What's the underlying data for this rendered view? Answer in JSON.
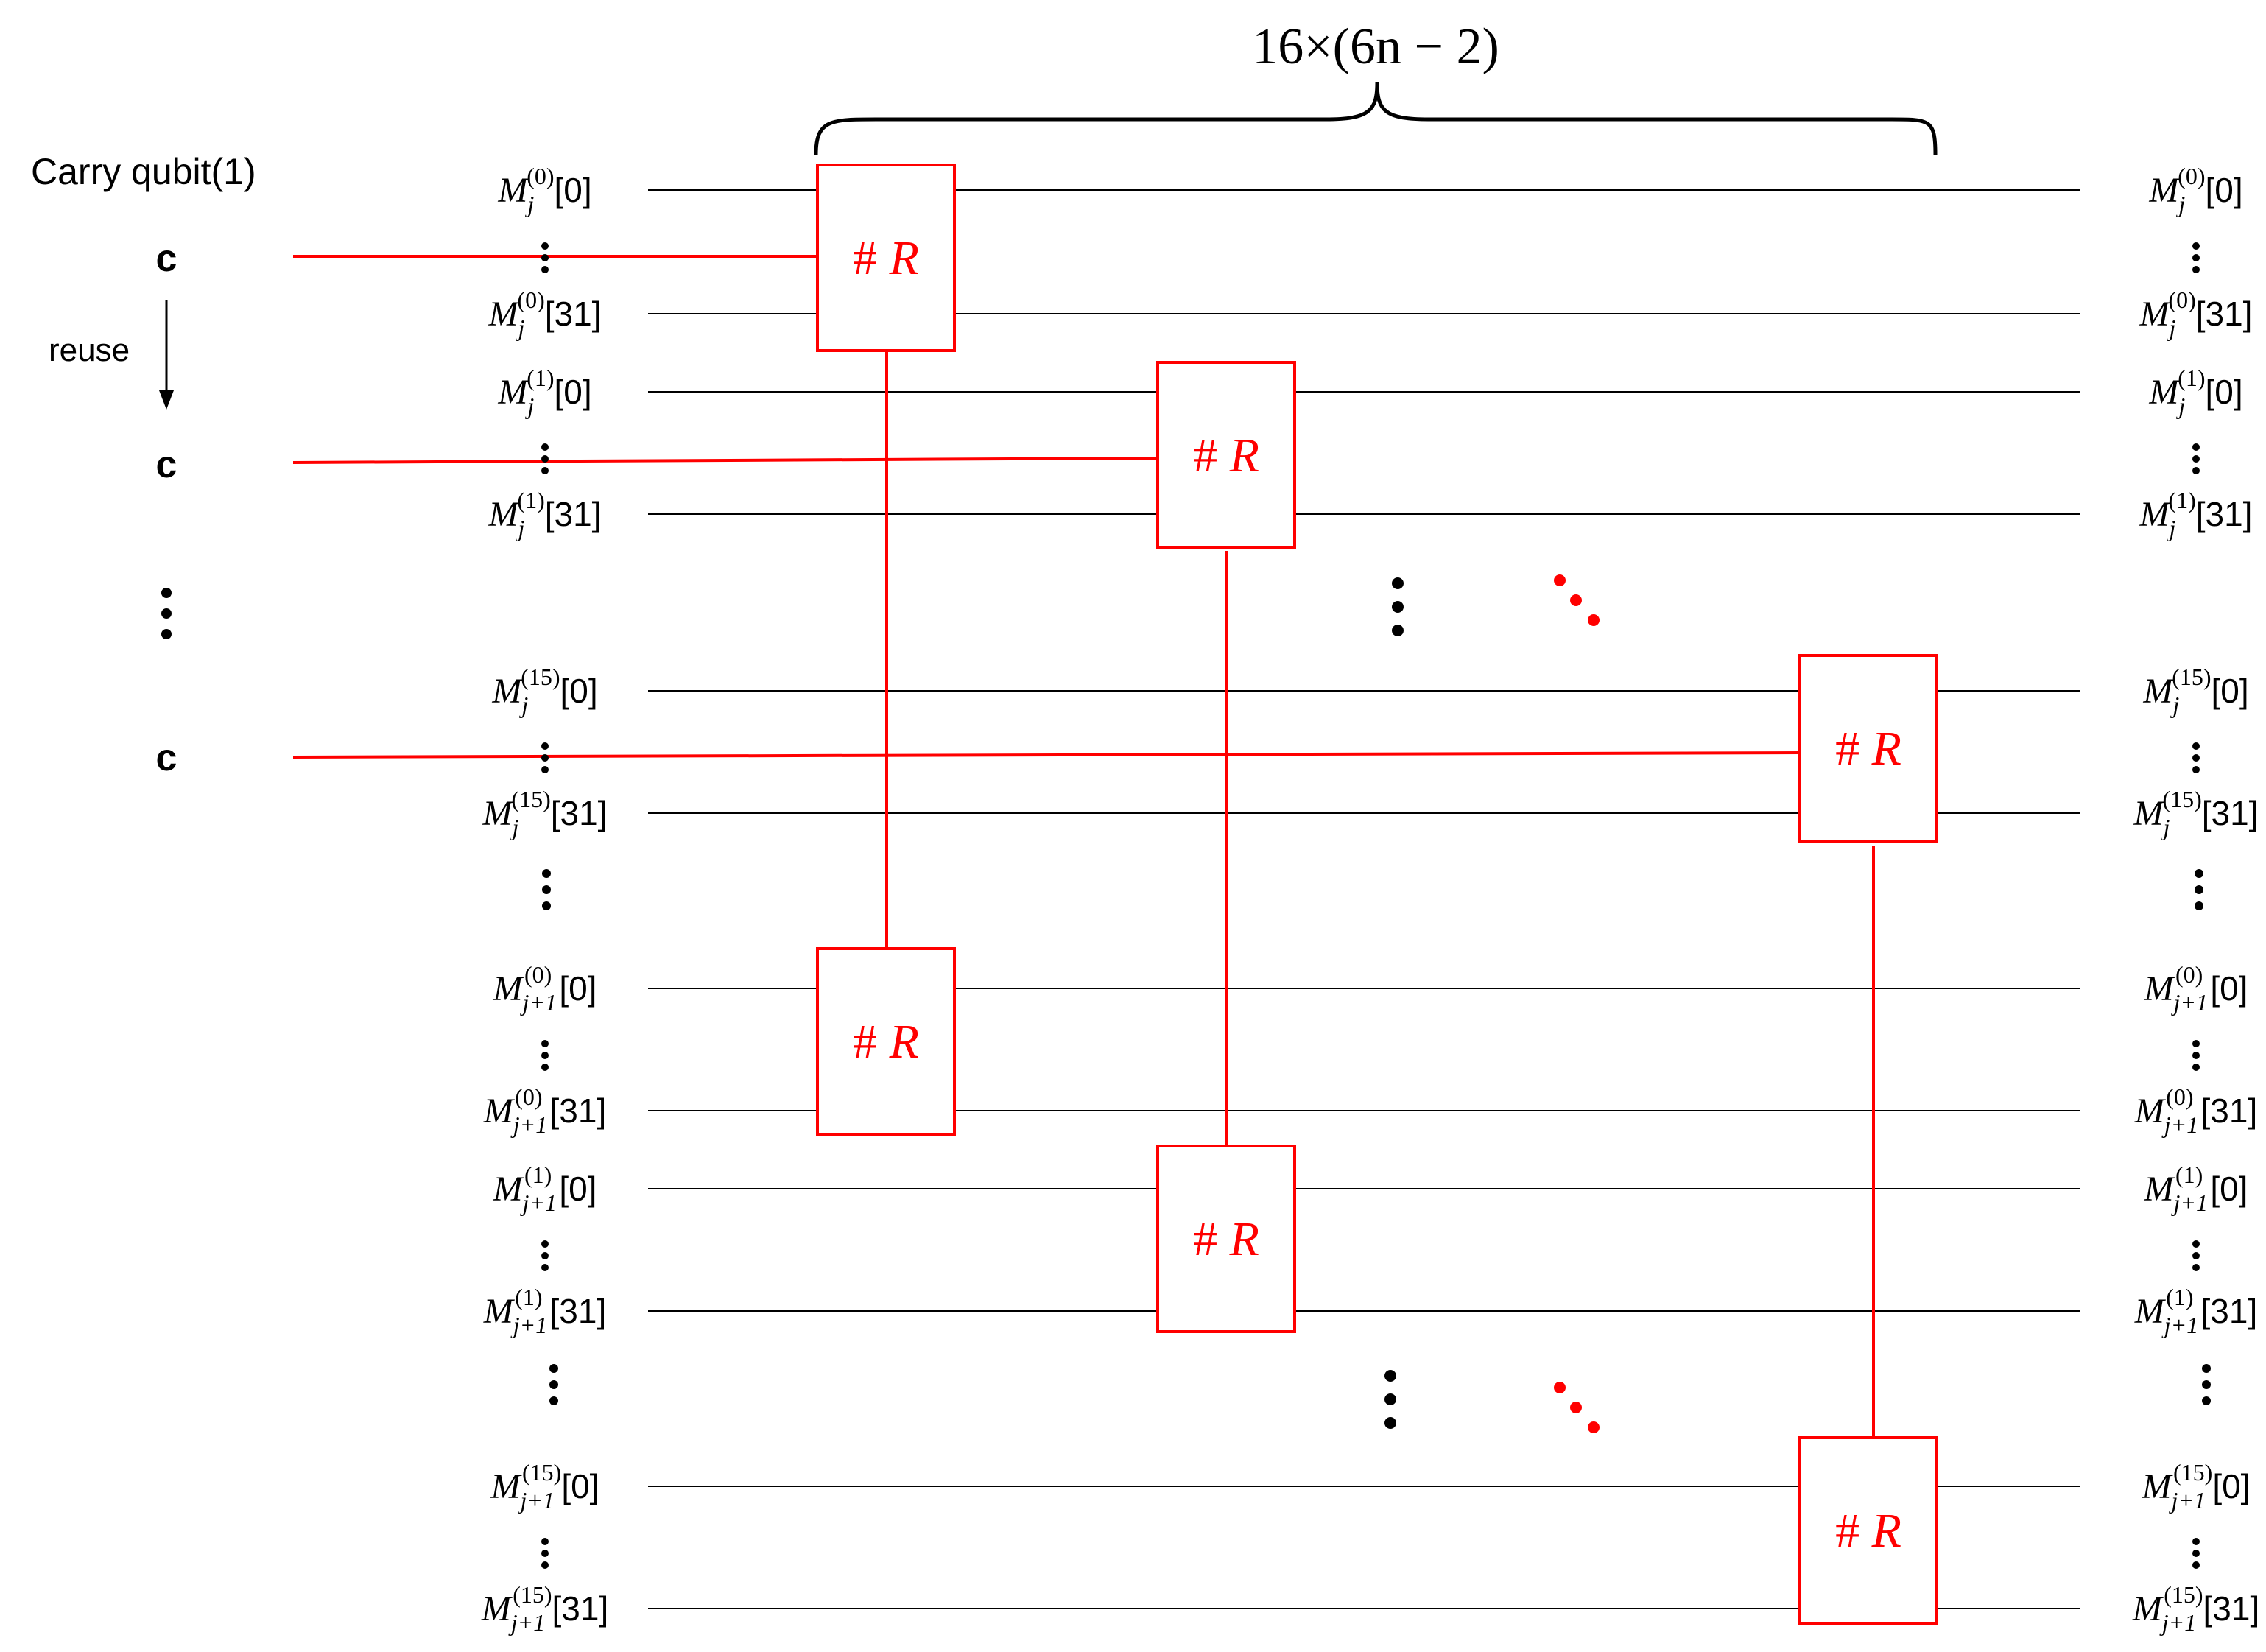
{
  "header": {
    "bracket_label": "16×(6n − 2)"
  },
  "carry": {
    "title": "Carry qubit(1)",
    "qubit_symbol": "c",
    "reuse_label": "reuse"
  },
  "registers": [
    {
      "base": "M",
      "sub": "j",
      "sup": "(0)",
      "bit": "[0]"
    },
    {
      "base": "M",
      "sub": "j",
      "sup": "(0)",
      "bit": "[31]"
    },
    {
      "base": "M",
      "sub": "j",
      "sup": "(1)",
      "bit": "[0]"
    },
    {
      "base": "M",
      "sub": "j",
      "sup": "(1)",
      "bit": "[31]"
    },
    {
      "base": "M",
      "sub": "j",
      "sup": "(15)",
      "bit": "[0]"
    },
    {
      "base": "M",
      "sub": "j",
      "sup": "(15)",
      "bit": "[31]"
    },
    {
      "base": "M",
      "sub": "j+1",
      "sup": "(0)",
      "bit": "[0]"
    },
    {
      "base": "M",
      "sub": "j+1",
      "sup": "(0)",
      "bit": "[31]"
    },
    {
      "base": "M",
      "sub": "j+1",
      "sup": "(1)",
      "bit": "[0]"
    },
    {
      "base": "M",
      "sub": "j+1",
      "sup": "(1)",
      "bit": "[31]"
    },
    {
      "base": "M",
      "sub": "j+1",
      "sup": "(15)",
      "bit": "[0]"
    },
    {
      "base": "M",
      "sub": "j+1",
      "sup": "(15)",
      "bit": "[31]"
    }
  ],
  "gate": {
    "hash": "#",
    "symbol": "R"
  },
  "colors": {
    "gate": "#ff0000",
    "wire": "#000000"
  }
}
